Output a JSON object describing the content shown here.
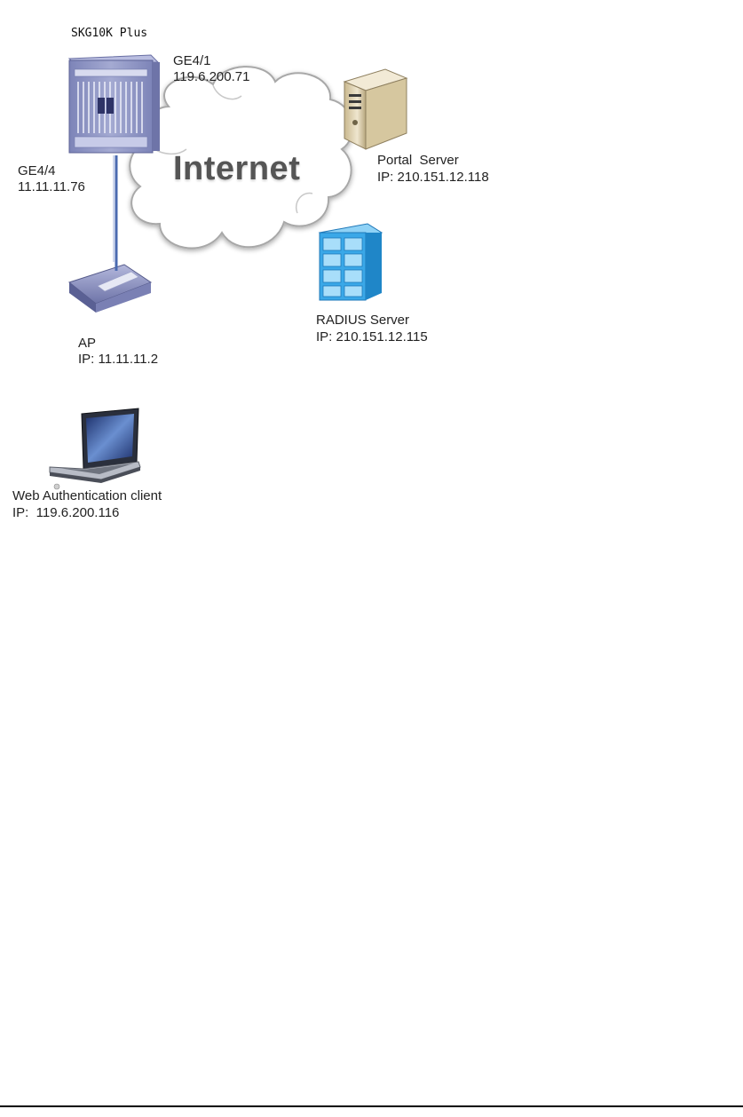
{
  "diagram": {
    "device_label": "SKG10K Plus",
    "cloud_label": "Internet",
    "ge41": {
      "port": "GE4/1",
      "ip": "119.6.200.71"
    },
    "ge44": {
      "port": "GE4/4",
      "ip": "11.11.11.76"
    },
    "ap": {
      "name": "AP",
      "ip": "IP: 11.11.11.2"
    },
    "portal_server": {
      "name": "Portal  Server",
      "ip": "IP: 210.151.12.118"
    },
    "radius_server": {
      "name": "RADIUS Server",
      "ip": "IP: 210.151.12.115"
    },
    "client": {
      "name": "Web Authentication client",
      "ip": "IP:  119.6.200.116"
    }
  },
  "colors": {
    "switch_body": "#8f95c4",
    "link_line": "#4a6ab0",
    "radius_blue": "#3aa8e8",
    "server_beige": "#e8dcc0",
    "cloud_fill": "#ffffff",
    "cloud_stroke": "#a8a8a8"
  }
}
